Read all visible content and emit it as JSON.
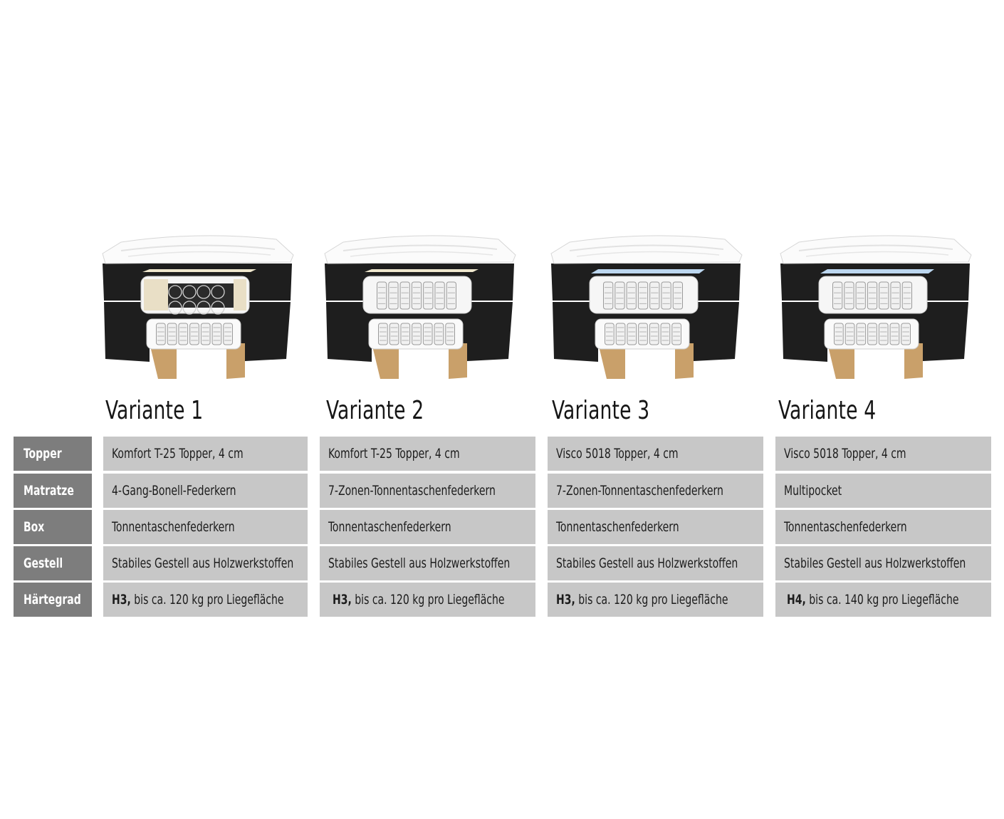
{
  "variants": [
    {
      "title": "Variante 1",
      "cells": [
        "Komfort T-25 Topper, 4 cm",
        "4-Gang-Bonell-Federkern",
        "Tonnentaschenfederkern",
        "Stabiles Gestell aus Holzwerkstoffen"
      ],
      "hardness": {
        "grade": "H3,",
        "text": "bis ca. 120 kg pro Liegefläche"
      }
    },
    {
      "title": "Variante 2",
      "cells": [
        "Komfort T-25 Topper, 4 cm",
        "7-Zonen-Tonnentaschenfederkern",
        "Tonnentaschenfederkern",
        "Stabiles Gestell aus Holzwerkstoffen"
      ],
      "hardness": {
        "grade": "H3,",
        "text": "bis ca. 120 kg pro Liegefläche"
      }
    },
    {
      "title": "Variante 3",
      "cells": [
        "Visco 5018 Topper, 4 cm",
        "7-Zonen-Tonnentaschenfederkern",
        "Tonnentaschenfederkern",
        "Stabiles Gestell aus Holzwerkstoffen"
      ],
      "hardness": {
        "grade": "H3,",
        "text": "bis ca. 120 kg pro Liegefläche"
      }
    },
    {
      "title": "Variante 4",
      "cells": [
        "Visco 5018 Topper, 4 cm",
        "Multipocket",
        "Tonnentaschenfederkern",
        "Stabiles Gestell aus Holzwerkstoffen"
      ],
      "hardness": {
        "grade": "H4,",
        "text": "bis ca. 140 kg pro Liegefläche"
      }
    }
  ],
  "row_labels": [
    "Topper",
    "Matratze",
    "Box",
    "Gestell",
    "Härtegrad"
  ],
  "colors": {
    "label_bg": "#7d7d7d",
    "cell_bg": "#c7c7c7",
    "box_fabric": "#1e1e1e",
    "wood": "#c9a06a"
  }
}
